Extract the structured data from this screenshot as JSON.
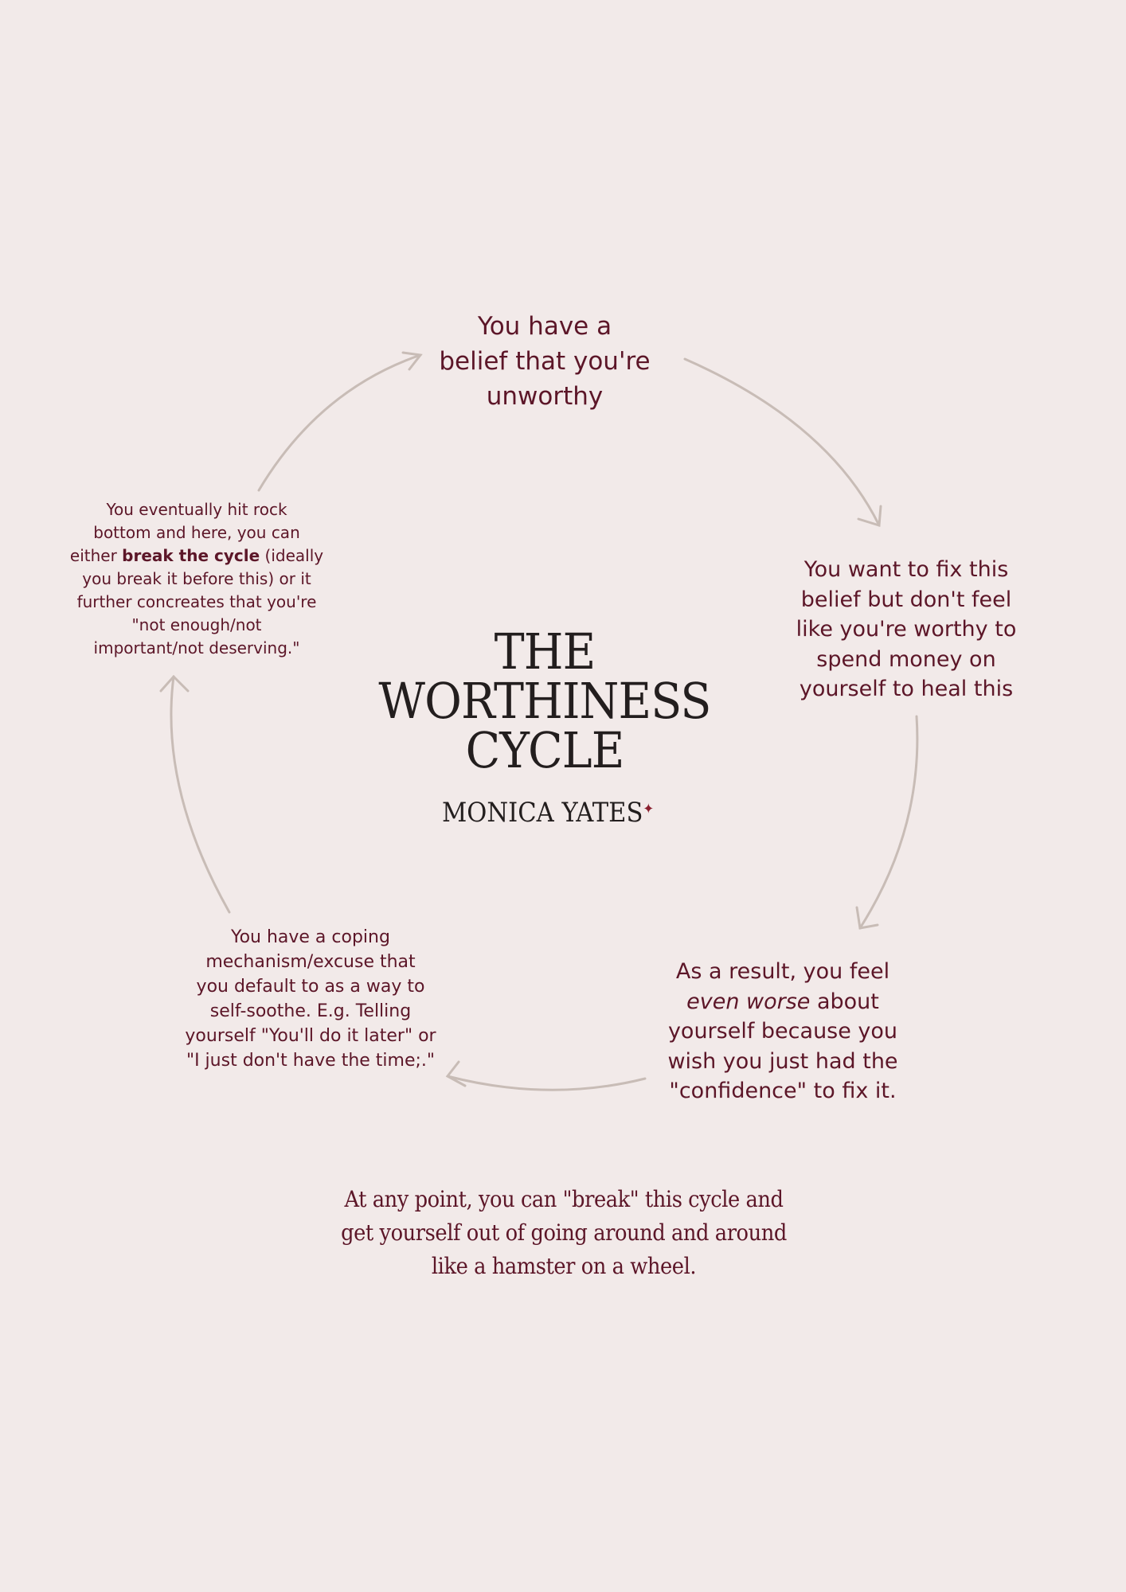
{
  "title": {
    "lines": [
      "THE",
      "WORTHINESS",
      "CYCLE"
    ]
  },
  "author": "MONICA YATES",
  "colors": {
    "background": "#f2eae9",
    "text": "#5c1628",
    "title": "#231e1e",
    "arrow": "#c8bcb6",
    "star": "#8a1f2e"
  },
  "steps": [
    {
      "lines": [
        "You have a",
        "belief that you're",
        "unworthy"
      ]
    },
    {
      "lines": [
        "You want to fix this",
        "belief but don't feel",
        "like you're worthy to",
        "spend money on",
        "yourself to heal this"
      ]
    },
    {
      "line1": "As a result, you feel",
      "italic": "even worse",
      "line2_rest": " about",
      "lines": [
        "yourself because you",
        "wish you just had the",
        "\"confidence\" to fix it."
      ]
    },
    {
      "lines": [
        "You have a coping",
        "mechanism/excuse that",
        "you default to as a way to",
        "self-soothe. E.g. Telling",
        "yourself \"You'll do it later\" or",
        "\"I just don't have the time;.\""
      ]
    },
    {
      "lines": [
        "You eventually hit rock",
        "bottom and here, you can"
      ],
      "pre_bold": "either ",
      "bold": "break the cycle",
      "post_bold": " (ideally",
      "lines_after": [
        "you break it before this) or it",
        "further concreates that you're",
        "\"not enough/not",
        "important/not deserving.\""
      ]
    }
  ],
  "footer": {
    "lines": [
      "At any point, you can \"break\" this cycle and",
      "get yourself out of going around and around",
      "like a hamster on a wheel."
    ]
  }
}
